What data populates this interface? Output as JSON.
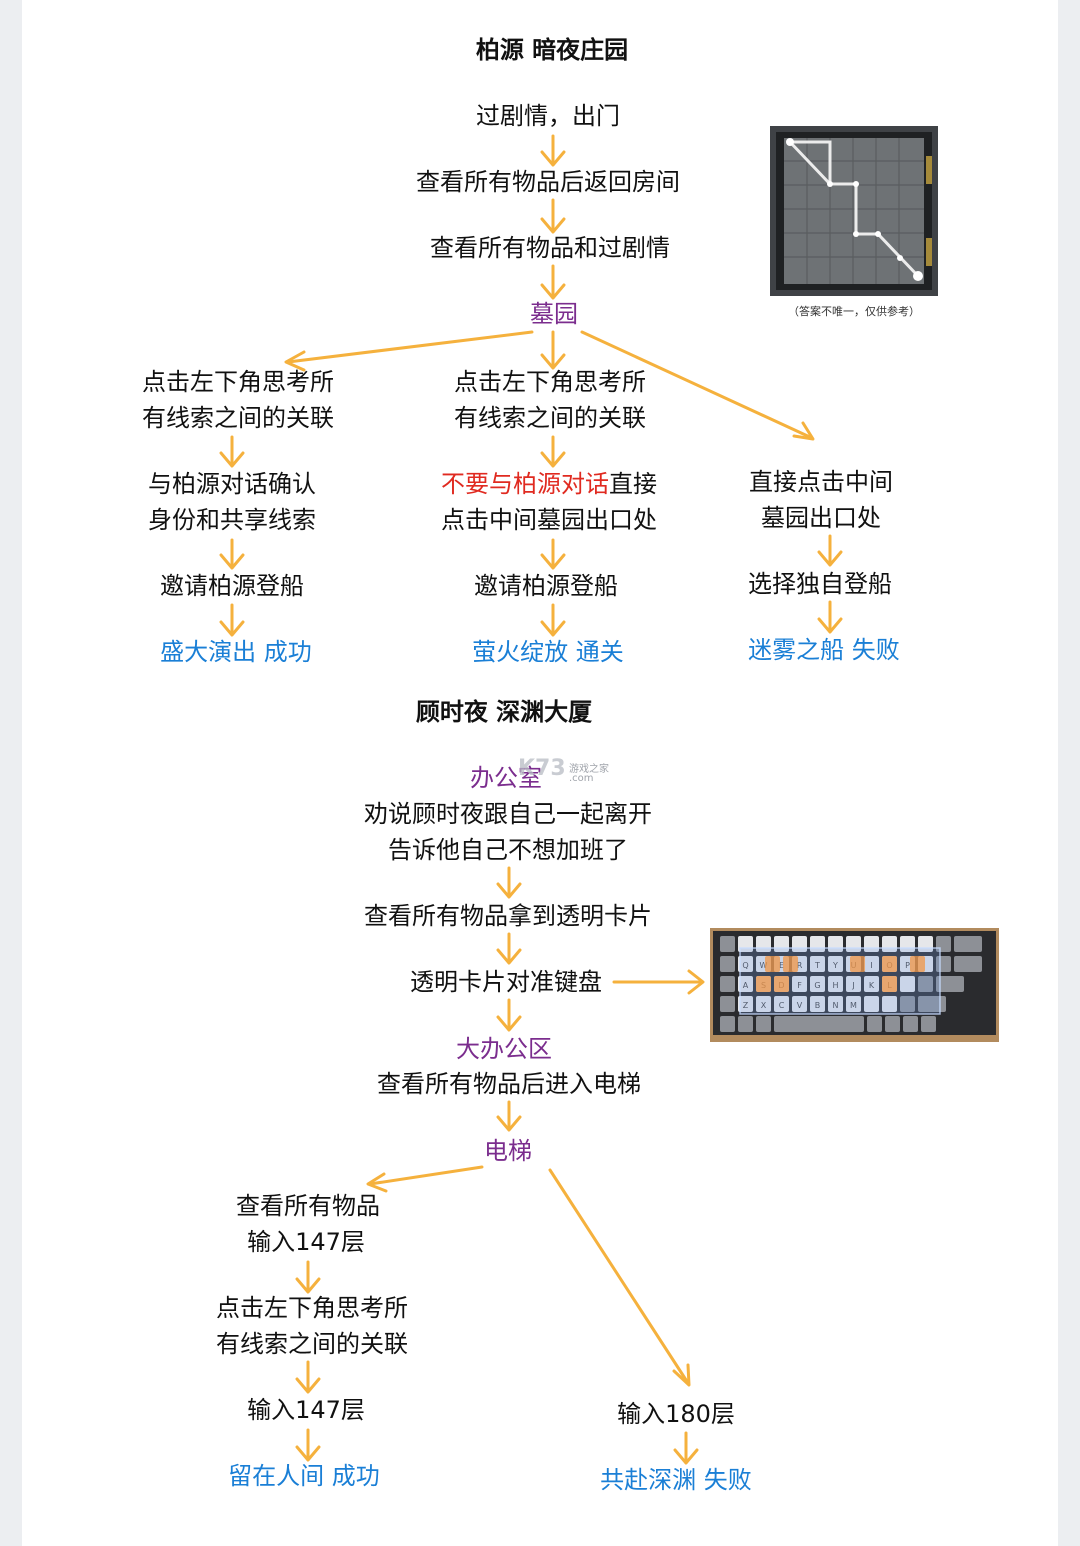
{
  "section1": {
    "title": "柏源 暗夜庄园",
    "steps": [
      "过剧情，出门",
      "查看所有物品后返回房间",
      "查看所有物品和过剧情"
    ],
    "location": "墓园",
    "puzzle_caption": "（答案不唯一，仅供参考）",
    "branch_left": {
      "step1": [
        "点击左下角思考所",
        "有线索之间的关联"
      ],
      "step2": [
        "与柏源对话确认",
        "身份和共享线索"
      ],
      "step3": "邀请柏源登船",
      "ending": "盛大演出 成功"
    },
    "branch_middle": {
      "step1": [
        "点击左下角思考所",
        "有线索之间的关联"
      ],
      "step2_warn": "不要与柏源对话",
      "step2_rest": "直接",
      "step2_line2": "点击中间墓园出口处",
      "step3": "邀请柏源登船",
      "ending": "萤火绽放 通关"
    },
    "branch_right": {
      "step1": [
        "直接点击中间",
        "墓园出口处"
      ],
      "step2": "选择独自登船",
      "ending": "迷雾之船 失败"
    }
  },
  "section2": {
    "title": "顾时夜 深渊大厦",
    "location1": "办公室",
    "watermark": "K73",
    "watermark_sub": "游戏之家",
    "watermark_com": ".com",
    "step1": [
      "劝说顾时夜跟自己一起离开",
      "告诉他自己不想加班了"
    ],
    "step2": "查看所有物品拿到透明卡片",
    "step3": "透明卡片对准键盘",
    "location2": "大办公区",
    "step4": "查看所有物品后进入电梯",
    "location3": "电梯",
    "branch_left": {
      "step1": [
        "查看所有物品",
        "输入147层"
      ],
      "step2": [
        "点击左下角思考所",
        "有线索之间的关联"
      ],
      "step3": "输入147层",
      "ending": "留在人间 成功"
    },
    "branch_right": {
      "step1": "输入180层",
      "ending": "共赴深渊 失败"
    },
    "keyboard_letters": [
      "Q",
      "W",
      "E",
      "R",
      "T",
      "Y",
      "U",
      "I",
      "O",
      "P",
      "A",
      "S",
      "D",
      "F",
      "G",
      "H",
      "J",
      "K",
      "L",
      "Z",
      "X",
      "C",
      "V",
      "B",
      "N",
      "M"
    ]
  },
  "colors": {
    "arrow": "#f5b13d",
    "location": "#7b2d8e",
    "ending": "#1a7fd6",
    "warning": "#e02a20"
  }
}
